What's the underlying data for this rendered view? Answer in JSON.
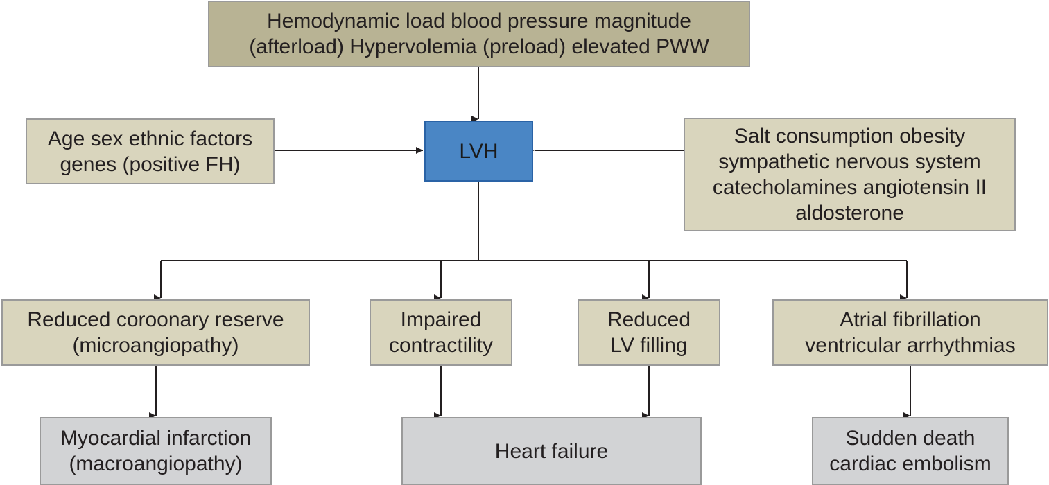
{
  "diagram": {
    "nodes": {
      "hemodynamic": {
        "lines": [
          "Hemodynamic load blood pressure magnitude",
          "(afterload) Hypervolemia (preload) elevated PWW"
        ]
      },
      "age": {
        "lines": [
          "Age sex ethnic factors",
          "genes (positive FH)"
        ]
      },
      "lvh": {
        "lines": [
          "LVH"
        ]
      },
      "salt": {
        "lines": [
          "Salt consumption obesity",
          "sympathetic nervous system",
          "catecholamines angiotensin II",
          "aldosterone"
        ]
      },
      "coronary": {
        "lines": [
          "Reduced coroonary reserve",
          "(microangiopathy)"
        ]
      },
      "contractility": {
        "lines": [
          "Impaired",
          "contractility"
        ]
      },
      "filling": {
        "lines": [
          "Reduced",
          "LV filling"
        ]
      },
      "atrial": {
        "lines": [
          "Atrial fibrillation",
          "ventricular arrhythmias"
        ]
      },
      "mi": {
        "lines": [
          "Myocardial infarction",
          "(macroangiopathy)"
        ]
      },
      "heart_failure": {
        "lines": [
          "Heart failure"
        ]
      },
      "sudden": {
        "lines": [
          "Sudden death",
          "cardiac embolism"
        ]
      }
    },
    "edges": [
      {
        "from": "hemodynamic",
        "to": "lvh"
      },
      {
        "from": "age",
        "to": "lvh"
      },
      {
        "from": "salt",
        "to": "lvh"
      },
      {
        "from": "lvh",
        "to": "coronary"
      },
      {
        "from": "lvh",
        "to": "contractility"
      },
      {
        "from": "lvh",
        "to": "filling"
      },
      {
        "from": "lvh",
        "to": "atrial"
      },
      {
        "from": "coronary",
        "to": "mi"
      },
      {
        "from": "contractility",
        "to": "heart_failure"
      },
      {
        "from": "filling",
        "to": "heart_failure"
      },
      {
        "from": "atrial",
        "to": "sudden"
      }
    ],
    "colors": {
      "cause_top": "#b8b394",
      "cause_side": "#d9d5bd",
      "effect": "#d9d5bd",
      "outcome": "#d2d3d5",
      "center": "#4a86c5",
      "connector": "#231f20"
    }
  }
}
